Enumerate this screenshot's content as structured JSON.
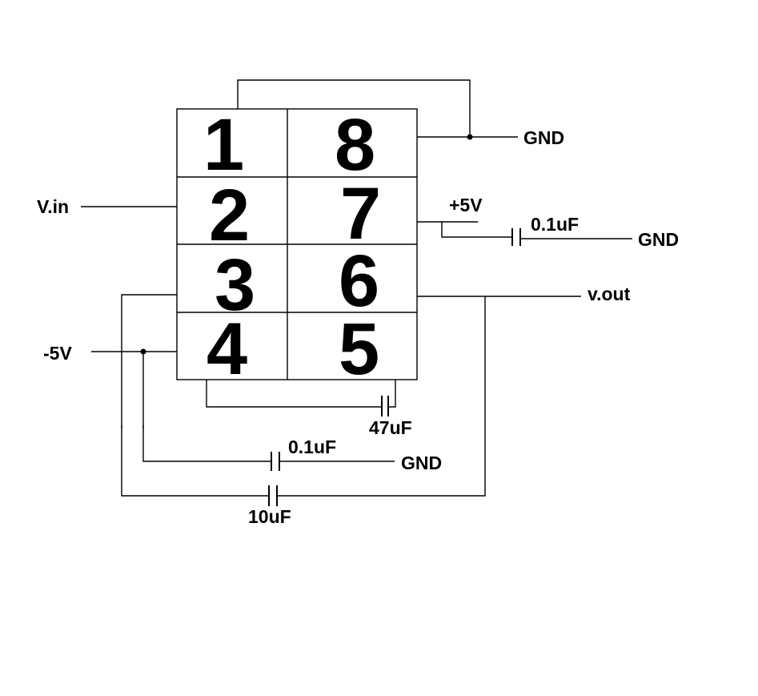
{
  "colors": {
    "ink": "#000000",
    "background": "#ffffff"
  },
  "chip": {
    "pins": {
      "p1": "1",
      "p2": "2",
      "p3": "3",
      "p4": "4",
      "p5": "5",
      "p6": "6",
      "p7": "7",
      "p8": "8"
    }
  },
  "nets": {
    "vin": "V.in",
    "neg5v": "-5V",
    "pos5v": "+5V",
    "vout": "v.out",
    "gnd_top": "GND",
    "gnd_pin7_cap": "GND",
    "gnd_bottom_cap": "GND"
  },
  "capacitors": {
    "c_pin7": "0.1uF",
    "c_pin4_5": "47uF",
    "c_neg5v": "0.1uF",
    "c_feedback": "10uF"
  }
}
